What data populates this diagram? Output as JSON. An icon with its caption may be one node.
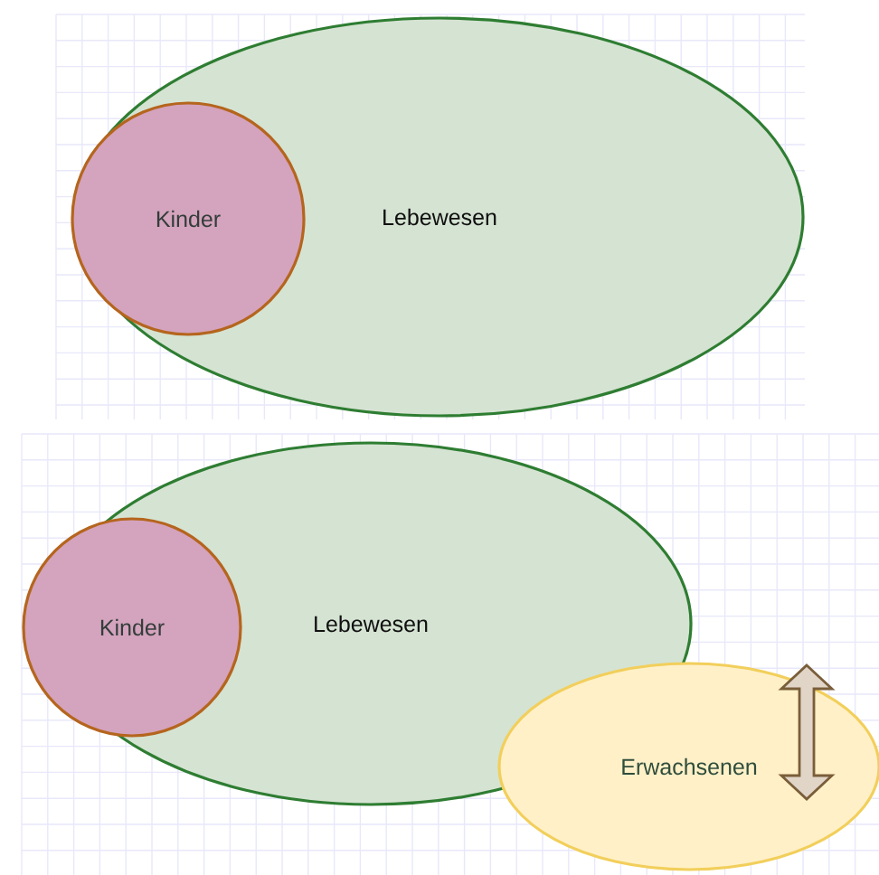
{
  "diagram": {
    "nodes": [
      {
        "text": [
          "Lebewesen"
        ]
      },
      {
        "text": [
          "Kinder"
        ],
        "in": 0
      },
      {
        "text": [
          "Lebewesen"
        ]
      },
      {
        "text": [
          "Kinder"
        ]
      },
      {
        "text": [
          "Erwachsenen"
        ]
      }
    ]
  }
}
